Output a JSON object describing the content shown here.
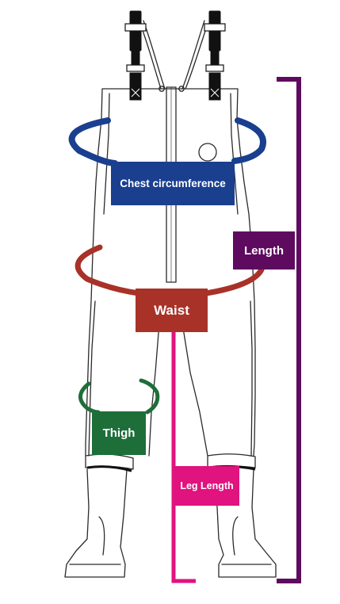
{
  "labels": {
    "chest": "Chest circumference",
    "length": "Length",
    "waist": "Waist",
    "thigh": "Thigh",
    "leg_length": "Leg Length"
  },
  "colors": {
    "chest": "#1a3f8f",
    "length": "#5e0a5e",
    "waist": "#a83228",
    "thigh": "#1e6e3a",
    "leg_length": "#e0137f",
    "outline": "#2a2a2a",
    "strap": "#111111"
  }
}
